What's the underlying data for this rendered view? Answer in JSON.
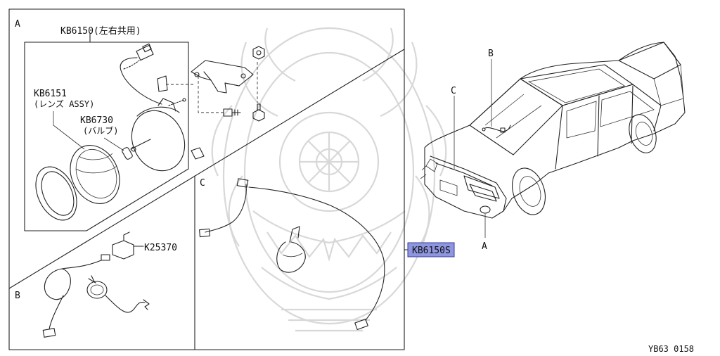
{
  "labels": {
    "section_a": "A",
    "section_b": "B",
    "section_c": "C",
    "kb6150": "KB6150(左右共用)",
    "kb6151_line1": "KB6151",
    "kb6151_line2": "(レンズ ASSY)",
    "kb6730_line1": "KB6730",
    "kb6730_line2": "(バルブ)",
    "k25370": "K25370",
    "car_b": "B",
    "car_c": "C",
    "car_a": "A",
    "highlight": "KB6150S",
    "footer_code": "YB63 0158"
  },
  "colors": {
    "highlight_fill": "#8e96df",
    "highlight_border": "#3a3aa0",
    "line": "#222222",
    "watermark": "#d8d8d8"
  }
}
